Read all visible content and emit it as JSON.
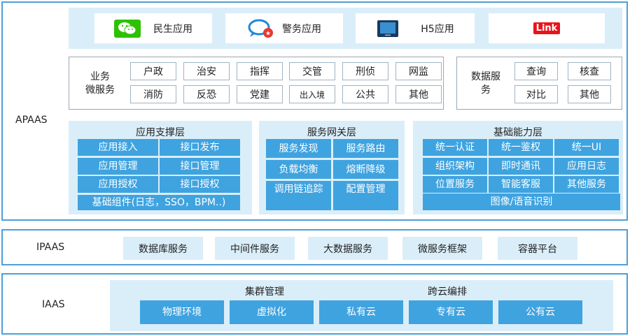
{
  "layers": {
    "apaas": "APAAS",
    "ipaas": "IPAAS",
    "iaas": "IAAS"
  },
  "apps": [
    {
      "label": "民生应用",
      "icon": "wechat-icon"
    },
    {
      "label": "警务应用",
      "icon": "police-chat-icon"
    },
    {
      "label": "H5应用",
      "icon": "tablet-icon"
    },
    {
      "label": "",
      "icon": "link-logo",
      "logo_text": "Link"
    }
  ],
  "biz_micro": {
    "title_line1": "业务",
    "title_line2": "微服务",
    "items": [
      "户政",
      "治安",
      "指挥",
      "交管",
      "刑侦",
      "网监",
      "消防",
      "反恐",
      "党建",
      "出入境",
      "公共",
      "其他"
    ]
  },
  "data_service": {
    "title_line1": "数据服",
    "title_line2": "务",
    "items": [
      "查询",
      "核查",
      "对比",
      "其他"
    ]
  },
  "app_support": {
    "title": "应用支撑层",
    "cells": [
      "应用接入",
      "接口发布",
      "应用管理",
      "接口管理",
      "应用授权",
      "接口授权"
    ],
    "footer": "基础组件(日志，SSO，BPM..)"
  },
  "gateway": {
    "title": "服务网关层",
    "cells": [
      "服务发现",
      "服务路由",
      "负载均衡",
      "熔断降级",
      "调用链追踪",
      "配置管理"
    ]
  },
  "capability": {
    "title": "基础能力层",
    "cells": [
      "统一认证",
      "统一鉴权",
      "统一UI",
      "组织架构",
      "即时通讯",
      "应用日志",
      "位置服务",
      "智能客服",
      "其他服务"
    ],
    "footer": "图像/语音识别"
  },
  "ipaas_items": [
    "数据库服务",
    "中间件服务",
    "大数据服务",
    "微服务框架",
    "容器平台"
  ],
  "iaas": {
    "cluster": "集群管理",
    "cross_cloud": "跨云编排",
    "items": [
      "物理环境",
      "虚拟化",
      "私有云",
      "专有云",
      "公有云"
    ]
  },
  "colors": {
    "border": "#4f9fd6",
    "light_panel": "#daeef9",
    "cell_blue": "#3fa3e0",
    "link_red": "#e8131c",
    "wechat_green": "#2dc100"
  }
}
